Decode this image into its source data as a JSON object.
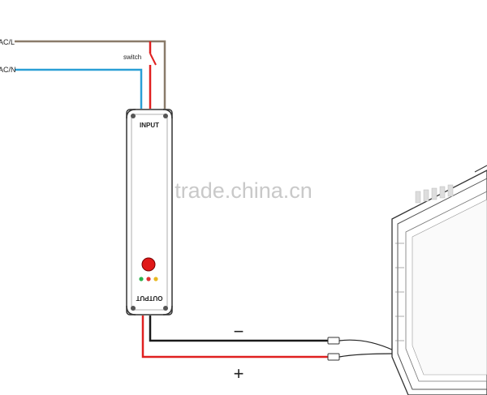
{
  "labels": {
    "ac_l": "AC/L",
    "ac_n": "AC/N",
    "switch": "switch",
    "input": "INPUT",
    "output": "OUTPUT",
    "minus": "−",
    "plus": "+"
  },
  "watermark": "trade.china.cn",
  "colors": {
    "wire_live": "#8a7b6a",
    "wire_neutral": "#2a9fd6",
    "wire_red": "#e02020",
    "wire_black": "#1a1a1a",
    "button_red": "#e01818",
    "led_green": "#2bb24c",
    "led_red": "#e03030",
    "led_yellow": "#e8b820"
  }
}
